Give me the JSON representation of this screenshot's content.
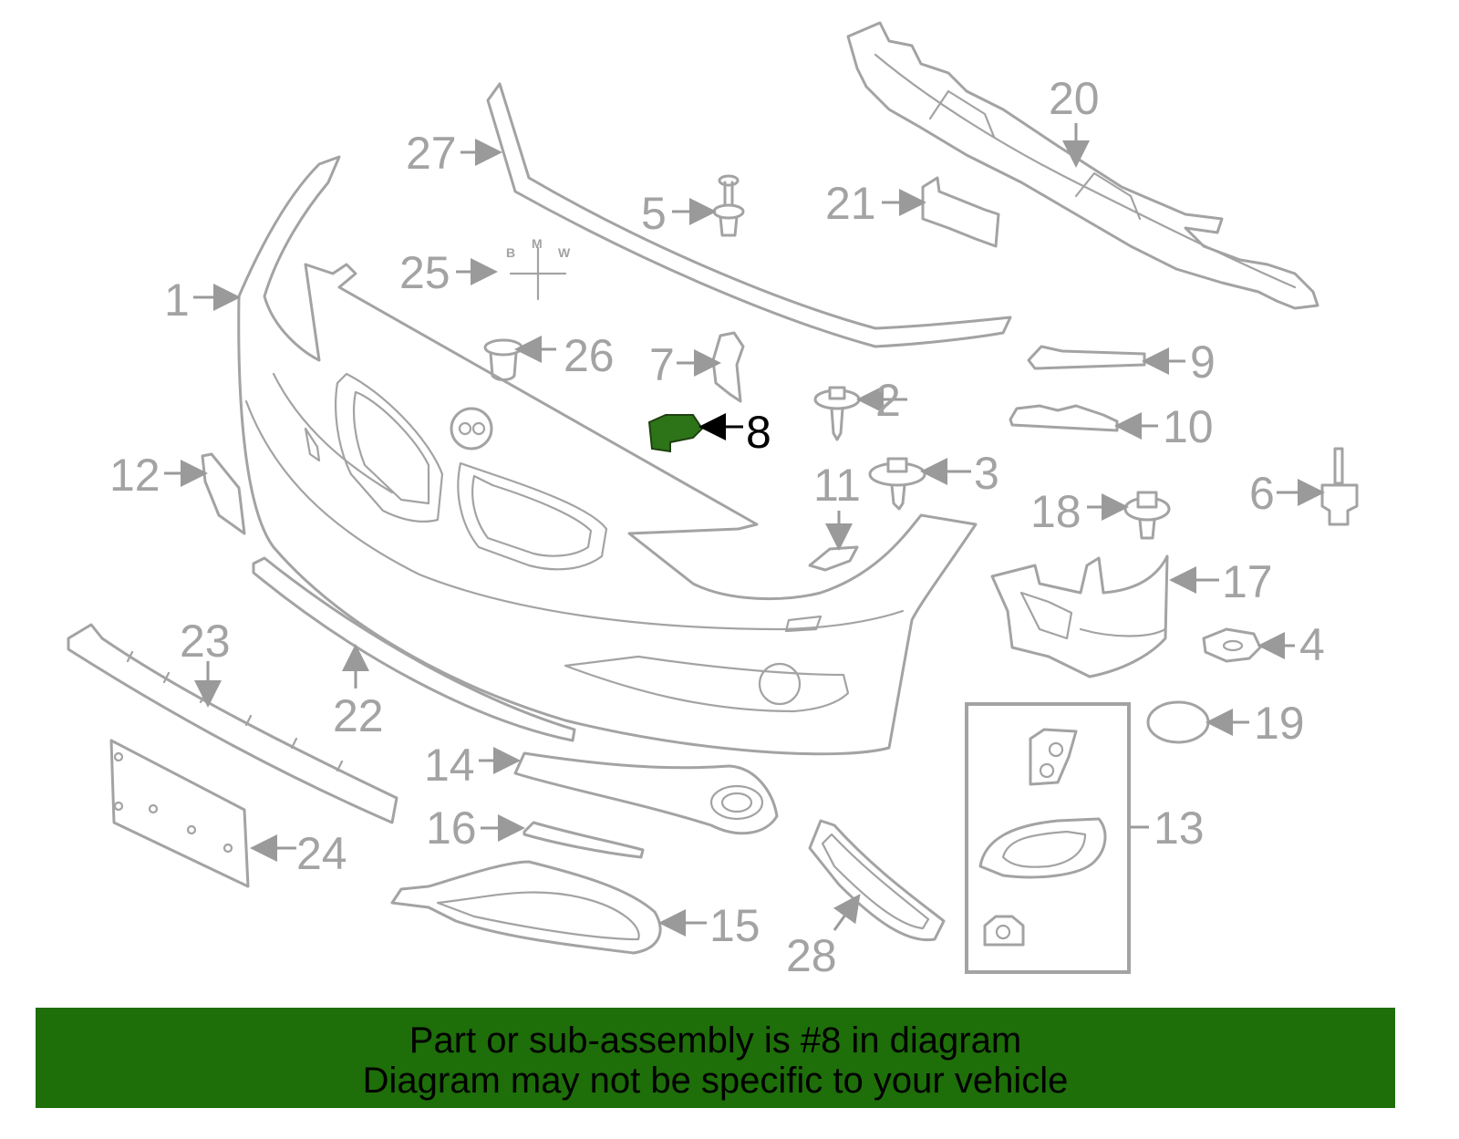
{
  "diagram": {
    "highlight_color": "#2c7417",
    "callouts": [
      "1",
      "2",
      "3",
      "4",
      "5",
      "6",
      "7",
      "8",
      "9",
      "10",
      "11",
      "12",
      "13",
      "14",
      "15",
      "16",
      "17",
      "18",
      "19",
      "20",
      "21",
      "22",
      "23",
      "24",
      "25",
      "26",
      "27",
      "28"
    ],
    "highlighted_callout": "8",
    "badge_letters": [
      "B",
      "M",
      "W"
    ]
  },
  "banner": {
    "line1": "Part or sub-assembly is #8 in diagram",
    "line2": "Diagram may not be specific to your vehicle",
    "background": "#1e6e0a"
  }
}
